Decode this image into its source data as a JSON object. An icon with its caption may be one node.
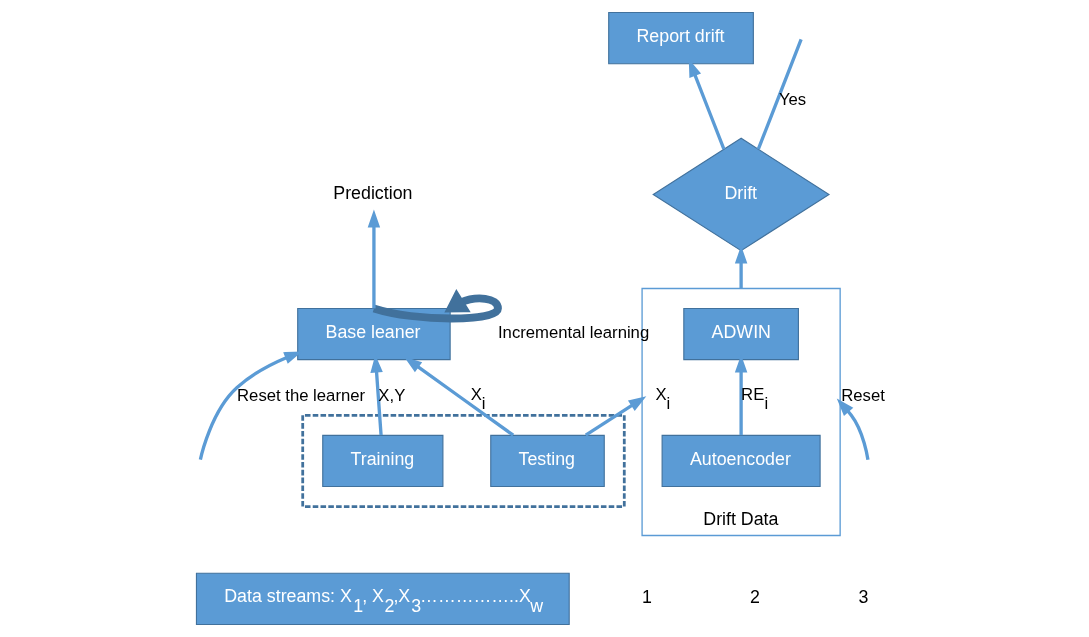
{
  "diagram": {
    "nodes": [
      {
        "text": [
          "Prediction"
        ]
      },
      {
        "text": [
          "Base leaner"
        ]
      },
      {
        "text": [
          "Drift Data"
        ]
      },
      {
        "text": [
          "ADWIN"
        ],
        "in": 2
      },
      {
        "text": [
          "Autoencoder"
        ],
        "in": 2
      },
      {
        "text": [
          "Drift"
        ]
      },
      {
        "text": [
          "Report drift"
        ]
      },
      {
        "text": [],
        "shape": "box"
      },
      {
        "text": [
          "Training"
        ],
        "in": 7
      },
      {
        "text": [
          "Testing"
        ],
        "in": 7
      },
      {
        "text": [
          "Data streams: X$_{1}$, X$_{2}$,X$_{3}$……………..X$_{w}$"
        ]
      }
    ],
    "edges": [
      {
        "from": 1,
        "to": 0,
        "arrow": "to"
      },
      {
        "from": 1,
        "to": 1,
        "arrow": "to",
        "label": "Incremental learning",
        "style": "thick",
        "color": "#41719c"
      },
      {
        "from": 8,
        "to": 1,
        "arrow": "to",
        "label": "X,Y"
      },
      {
        "from": 9,
        "to": 1,
        "arrow": "to",
        "label": "X$_{i}$"
      },
      {
        "from": 9,
        "to": 2,
        "arrow": "to",
        "label": "X$_{i}$"
      },
      {
        "from": 4,
        "to": 3,
        "arrow": "to",
        "label": "RE$_{i}$"
      },
      {
        "from": 2,
        "to": 5,
        "arrow": "to"
      },
      {
        "from": 5,
        "to": 6,
        "arrow": "to"
      },
      {
        "from": 5,
        "to": null,
        "arrow": "none",
        "label": "Yes"
      },
      {
        "from": null,
        "to": 2,
        "arrow": "to",
        "label": "Reset"
      },
      {
        "from": null,
        "to": 1,
        "arrow": "to",
        "label": "Reset the learner"
      }
    ],
    "labels": [
      "1",
      "2",
      "3"
    ]
  }
}
